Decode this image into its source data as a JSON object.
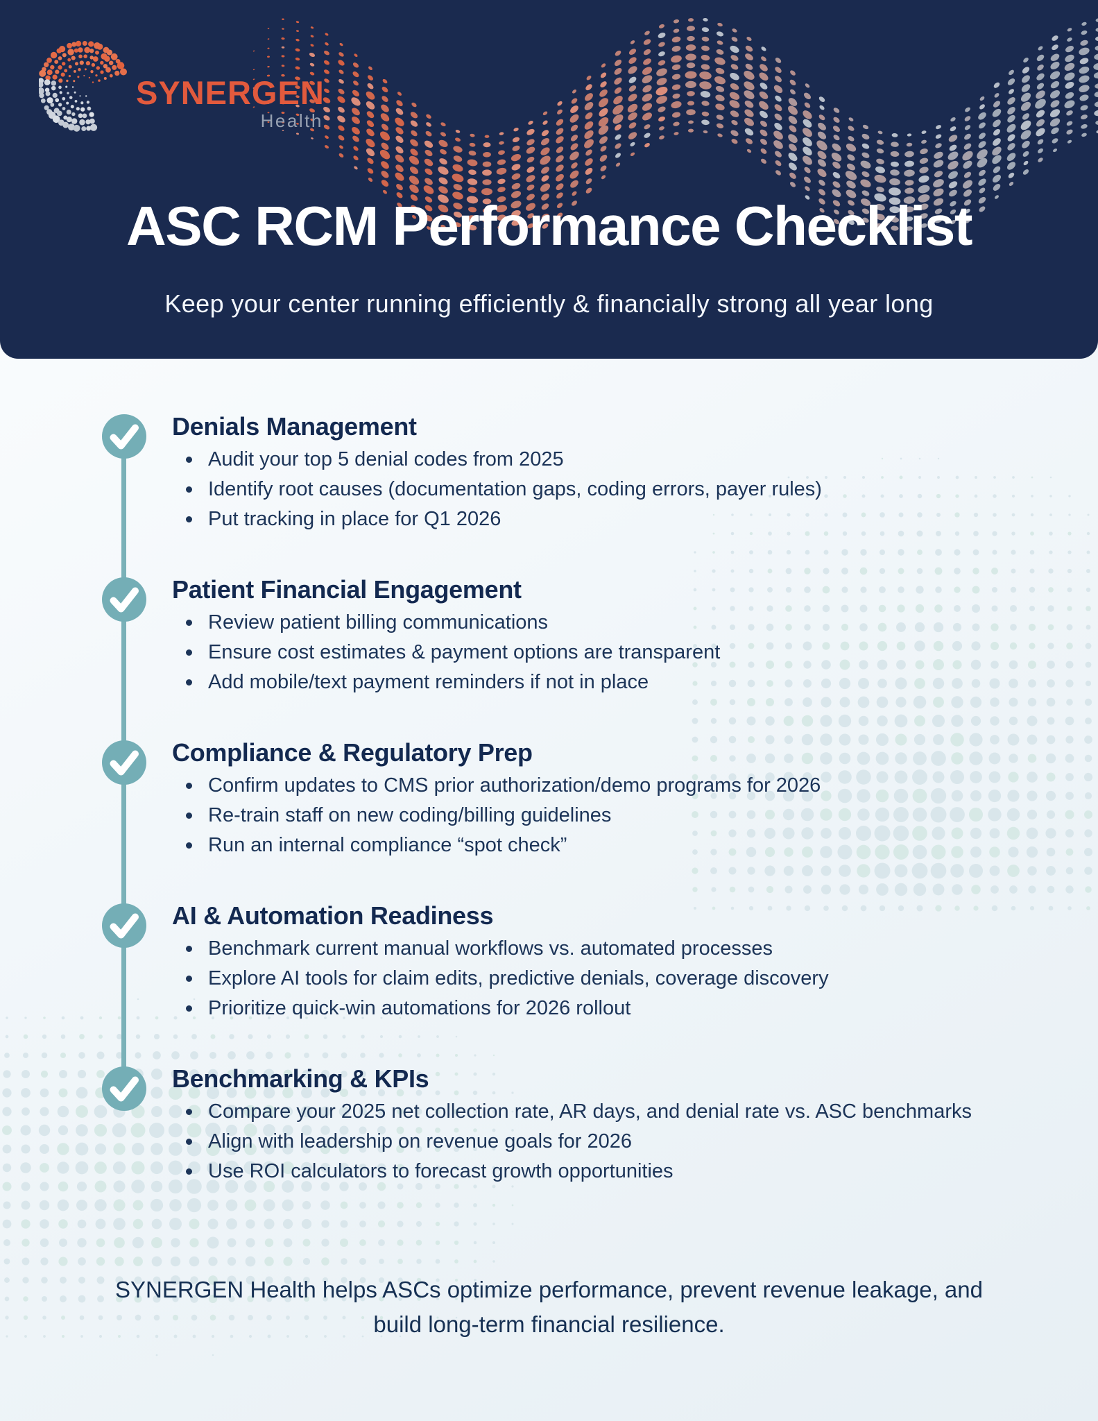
{
  "header": {
    "logo": {
      "brand": "SYNERGEN",
      "sub": "Health"
    },
    "title": "ASC RCM Performance Checklist",
    "subtitle": "Keep your center running efficiently & financially strong all year long"
  },
  "sections": [
    {
      "title": "Denials Management",
      "bullets": [
        "Audit your top 5 denial codes from 2025",
        "Identify root causes (documentation gaps, coding errors, payer rules)",
        "Put tracking in place for Q1 2026"
      ]
    },
    {
      "title": "Patient Financial Engagement",
      "bullets": [
        "Review patient billing communications",
        "Ensure cost estimates & payment options are transparent",
        "Add mobile/text payment reminders if not in place"
      ]
    },
    {
      "title": "Compliance & Regulatory Prep",
      "bullets": [
        "Confirm updates to CMS prior authorization/demo programs for 2026",
        "Re-train staff on new coding/billing guidelines",
        "Run an internal compliance “spot check”"
      ]
    },
    {
      "title": "AI & Automation Readiness",
      "bullets": [
        "Benchmark current manual workflows vs. automated processes",
        "Explore AI tools for claim edits, predictive denials, coverage discovery",
        "Prioritize quick-win automations for 2026 rollout"
      ]
    },
    {
      "title": "Benchmarking & KPIs",
      "bullets": [
        "Compare your 2025 net collection rate, AR days, and denial rate vs. ASC benchmarks",
        "Align with leadership on revenue goals for 2026",
        "Use ROI calculators to forecast growth opportunities"
      ]
    }
  ],
  "footer": {
    "text": "SYNERGEN Health helps ASCs optimize performance, prevent revenue leakage, and build long-term financial resilience."
  },
  "icons": {
    "check": "✓",
    "logo": "dotted-swirl"
  },
  "colors": {
    "header_bg": "#1a2a4f",
    "accent_orange": "#e25a3d",
    "accent_teal": "#74aeb6",
    "text_navy": "#152b52",
    "halftone_dot": "#d5e3e9"
  }
}
